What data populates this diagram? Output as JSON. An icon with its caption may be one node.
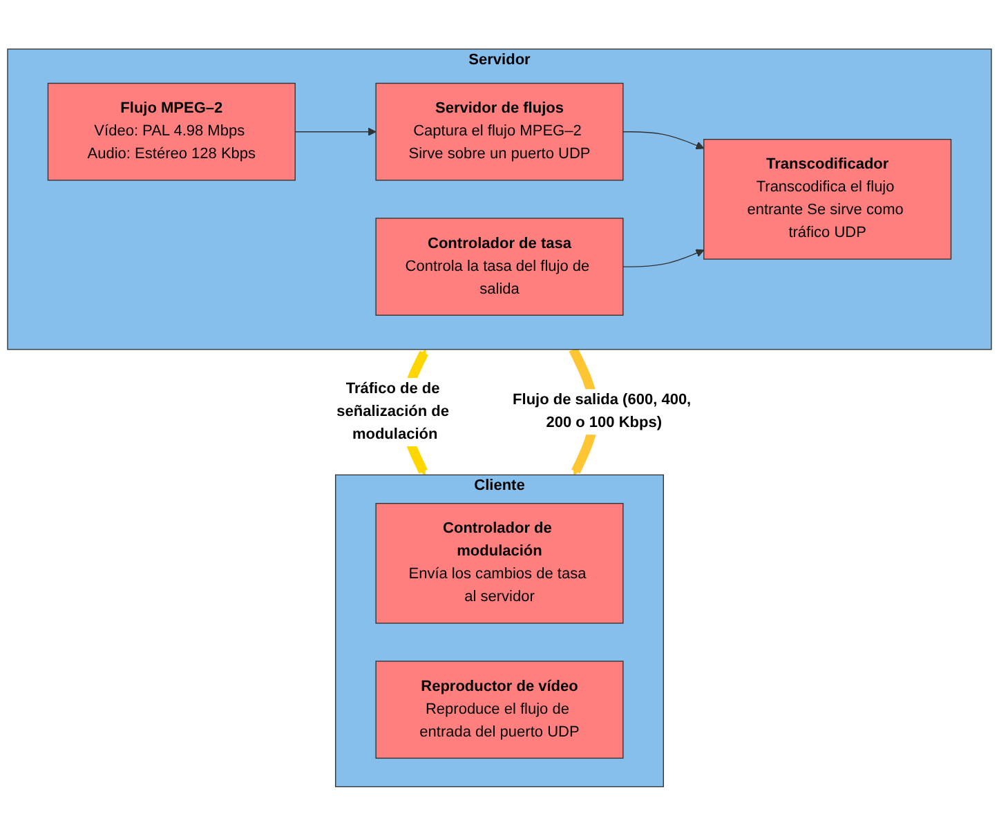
{
  "diagram": {
    "nodes": [
      {
        "text": [
          "Servidor"
        ]
      },
      {
        "text": [
          "Flujo MPEG–2",
          "Vídeo: PAL 4.98 Mbps Audio: Estéreo 128 Kbps"
        ],
        "in": 0
      },
      {
        "text": [
          "Servidor de flujos",
          "Captura el flujo MPEG–2 Sirve sobre un puerto UDP"
        ],
        "in": 0
      },
      {
        "text": [
          "Transcodificador",
          "Transcodifica el flujo entrante Se sirve como tráfico UDP"
        ],
        "in": 0
      },
      {
        "text": [
          "Controlador de tasa",
          "Controla la tasa del flujo de salida"
        ],
        "in": 0
      },
      {
        "text": [
          "Cliente"
        ]
      },
      {
        "text": [
          "Controlador de modulación",
          "Envía los cambios de tasa al servidor"
        ],
        "in": 5
      },
      {
        "text": [
          "Reproductor de vídeo",
          "Reproduce el flujo de entrada del puerto UDP"
        ],
        "in": 5
      }
    ],
    "edges": [
      {
        "from": 1,
        "to": 2,
        "arrow": "to"
      },
      {
        "from": 2,
        "to": 3,
        "arrow": "to"
      },
      {
        "from": 4,
        "to": 3,
        "arrow": "to"
      },
      {
        "from": 0,
        "to": 5,
        "arrow": "both",
        "label": "Tráfico de de señalización de modulación",
        "style": "thick",
        "color": "#ffd700"
      },
      {
        "from": 0,
        "to": 5,
        "arrow": "to",
        "label": "Flujo de salida (600, 400, 200 o 100 Kbps)",
        "style": "thick",
        "color": "#fdc632"
      }
    ]
  }
}
